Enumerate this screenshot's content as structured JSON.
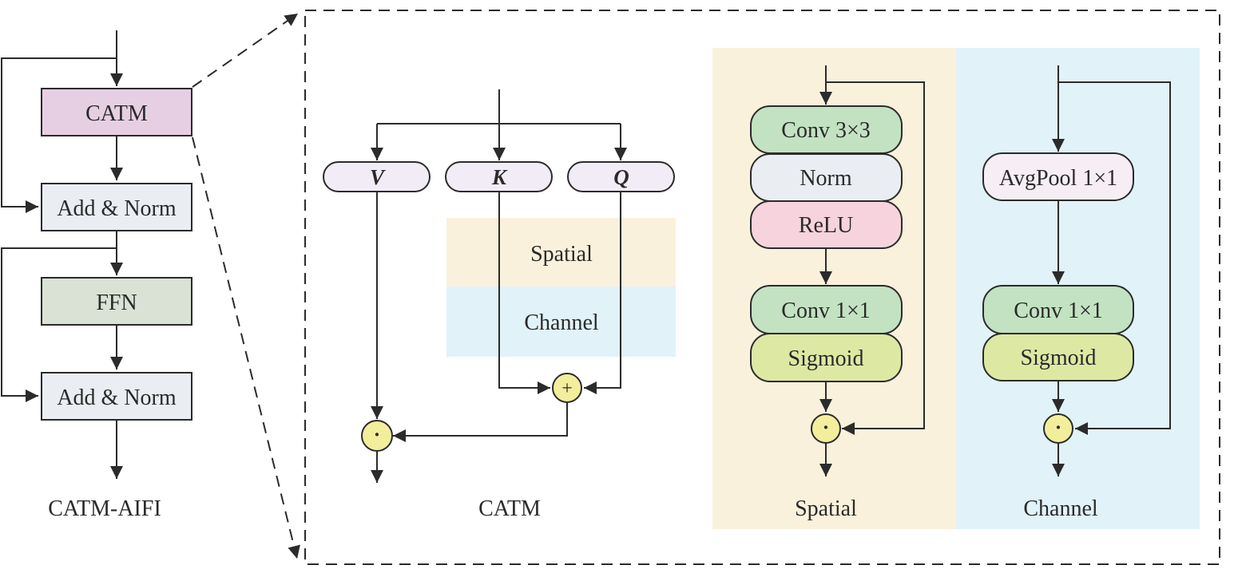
{
  "colors": {
    "catm": "#e7cfe3",
    "add_norm": "#eaeef3",
    "ffn": "#d9e2d5",
    "qkv": "#f1ecf5",
    "spatial_bg": "#faf1dc",
    "channel_bg": "#e1f2f9",
    "conv": "#c3e2c2",
    "norm": "#eaedf2",
    "relu": "#f7d3de",
    "sigmoid": "#dde9a3",
    "avgpool": "#f7eef5",
    "op_circle": "#f3ee9c",
    "line": "#2b2b2b"
  },
  "aifi": {
    "title": "CATM-AIFI",
    "blocks": [
      "CATM",
      "Add & Norm",
      "FFN",
      "Add & Norm"
    ]
  },
  "catm": {
    "title": "CATM",
    "inputs": [
      "V",
      "K",
      "Q"
    ],
    "attention_labels": [
      "Spatial",
      "Channel"
    ],
    "add_op": "+",
    "mul_op": "·"
  },
  "spatial": {
    "title": "Spatial",
    "blocks": [
      "Conv 3×3",
      "Norm",
      "ReLU",
      "Conv 1×1",
      "Sigmoid"
    ],
    "mul_op": "·"
  },
  "channel": {
    "title": "Channel",
    "blocks": [
      "AvgPool 1×1",
      "Conv 1×1",
      "Sigmoid"
    ],
    "mul_op": "·"
  }
}
